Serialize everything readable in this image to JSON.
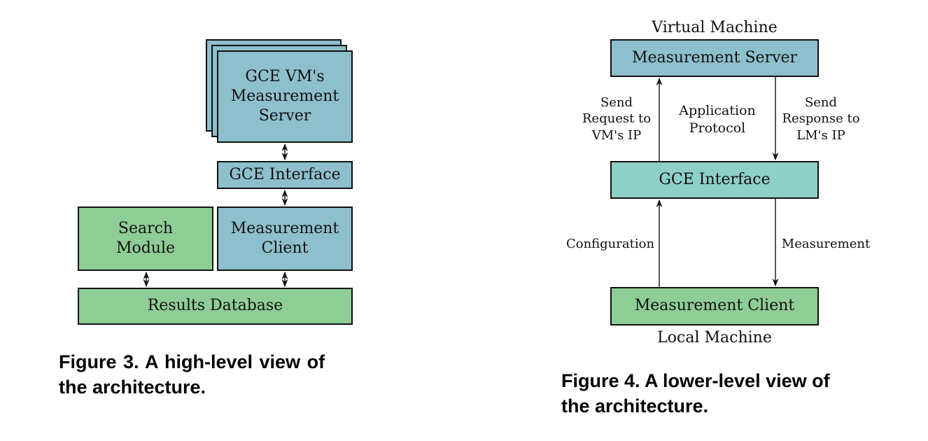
{
  "figure3": {
    "nodes": {
      "server": "GCE VM's Measurement Server",
      "server_line1": "GCE VM's",
      "server_line2": "Measurement",
      "server_line3": "Server",
      "interface": "GCE Interface",
      "search_line1": "Search",
      "search_line2": "Module",
      "client_line1": "Measurement",
      "client_line2": "Client",
      "database": "Results Database"
    },
    "edges": [
      {
        "from": "GCE VM's Measurement Server",
        "to": "GCE Interface",
        "type": "bidirectional"
      },
      {
        "from": "GCE Interface",
        "to": "Measurement Client",
        "type": "bidirectional"
      },
      {
        "from": "Search Module",
        "to": "Results Database",
        "type": "bidirectional"
      },
      {
        "from": "Measurement Client",
        "to": "Results Database",
        "type": "bidirectional"
      }
    ],
    "caption_line1": "Figure 3.  A high-level view of",
    "caption_line2": "the architecture."
  },
  "figure4": {
    "top_label": "Virtual Machine",
    "bottom_label": "Local Machine",
    "nodes": {
      "server": "Measurement Server",
      "interface": "GCE Interface",
      "client": "Measurement Client"
    },
    "edge_labels": {
      "request_line1": "Send",
      "request_line2": "Request to",
      "request_line3": "VM's IP",
      "protocol_line1": "Application",
      "protocol_line2": "Protocol",
      "response_line1": "Send",
      "response_line2": "Response to",
      "response_line3": "LM's IP",
      "configuration": "Configuration",
      "measurement": "Measurement"
    },
    "caption_line1": "Figure 4.  A lower-level view of",
    "caption_line2": "the architecture."
  },
  "colors": {
    "blue_box": "#8dbfcc",
    "green_box": "#8ecd95",
    "teal_box": "#8ecfc7"
  }
}
